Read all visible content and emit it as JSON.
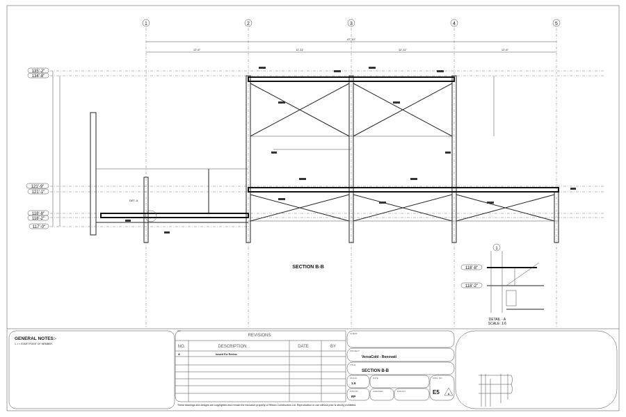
{
  "drawing": {
    "section_title": "SECTION B-B",
    "grid_labels": [
      "1",
      "2",
      "3",
      "4",
      "5"
    ],
    "overall_dimension": "47'-10\"",
    "span_dimensions": [
      "12'-6\"",
      "11'-11\"",
      "12'-11\"",
      "12'-6\""
    ],
    "elevations": [
      "135'-2\"",
      "134'-8\"",
      "121'-9\"",
      "121'-1\"",
      "118'-8\"",
      "118'-2\"",
      "117'-0\""
    ],
    "detail": {
      "grid_label": "1",
      "elevations": [
        "118'-8\"",
        "118'-2\""
      ],
      "title": "DETAIL - A",
      "scale": "SCALE: 1:6",
      "callout": "DET. A"
    }
  },
  "general_notes": {
    "title": "GENERAL NOTES:-",
    "items": [
      "1.  • = START POINT OF MEMBER."
    ]
  },
  "revisions": {
    "title": "REVISIONS",
    "headers": [
      "NO.",
      "DESCRIPTION",
      "DATE",
      "BY"
    ],
    "rows": [
      {
        "no": "A",
        "description": "Issued For Review",
        "date": "",
        "by": ""
      }
    ]
  },
  "copyright": "These drawings and designs are copyrighted and remain the exclusive property of Restco Construction Ltd. Reproduction or use without prior is strictly prohibited.",
  "title_block": {
    "client_label": "CLIENT",
    "client": "",
    "project_label": "PROJECT",
    "project": "VersaCold - Renovati",
    "title_label": "TITLE",
    "title": "SECTION B-B",
    "scale_label": "SCALE",
    "scale": "1:6",
    "date_label": "DATE",
    "date": "",
    "dwg_no_label": "DWG. NO.",
    "dwg_no": "E5",
    "revision": "A",
    "dwg_by_label": "DWG BY",
    "dwg_by": "RP",
    "checked_label": "CHECKED",
    "file_no_label": "FILE NO."
  }
}
